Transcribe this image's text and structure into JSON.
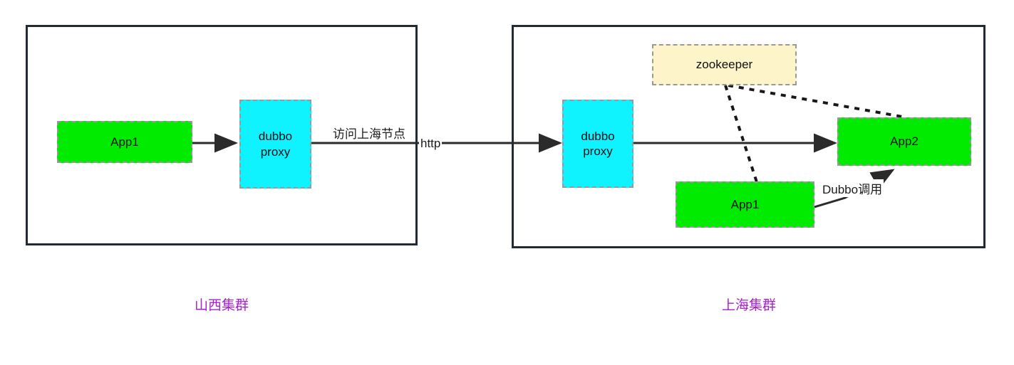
{
  "diagram": {
    "title": "Cross-cluster dubbo proxy architecture",
    "background": "#ffffff",
    "colors": {
      "cluster_border": "#222b33",
      "node_green": "#00eb00",
      "node_cyan": "#0ff2ff",
      "node_yellow": "#fdf5c9",
      "node_border": "#999999",
      "edge": "#1b1b1b",
      "caption": "#a81fd2"
    }
  },
  "clusters": [
    {
      "id": "shanxi",
      "caption": "山西集群",
      "nodes": [
        {
          "id": "sx-app1",
          "label": "App1",
          "fill": "green"
        },
        {
          "id": "sx-proxy",
          "label": "dubbo\nproxy",
          "fill": "cyan"
        }
      ]
    },
    {
      "id": "shanghai",
      "caption": "上海集群",
      "nodes": [
        {
          "id": "sh-proxy",
          "label": "dubbo\nproxy",
          "fill": "cyan"
        },
        {
          "id": "sh-zookeeper",
          "label": "zookeeper",
          "fill": "yellow"
        },
        {
          "id": "sh-app1",
          "label": "App1",
          "fill": "green"
        },
        {
          "id": "sh-app2",
          "label": "App2",
          "fill": "green"
        }
      ]
    }
  ],
  "edge_labels": {
    "access_shanghai_node": "访问上海节点",
    "http": "http",
    "dubbo_invoke": "Dubbo调用"
  }
}
